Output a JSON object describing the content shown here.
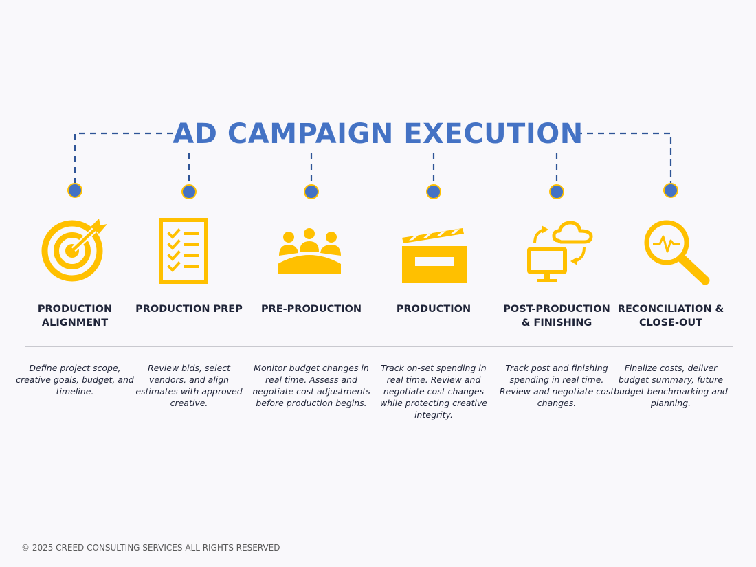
{
  "title": "AD CAMPAIGN EXECUTION",
  "colors": {
    "title": "#4472c4",
    "connector": "#2f5597",
    "node_fill": "#4472c4",
    "node_ring": "#ffc000",
    "icon": "#ffc000",
    "text": "#1f2438"
  },
  "stages": [
    {
      "label": "PRODUCTION\nALIGNMENT",
      "icon": "target-arrow-icon",
      "description": "Define project scope, creative goals, budget, and timeline."
    },
    {
      "label": "PRODUCTION PREP",
      "icon": "checklist-icon",
      "description": "Review bids, select vendors, and align estimates with approved creative."
    },
    {
      "label": "PRE-PRODUCTION",
      "icon": "meeting-table-icon",
      "description": "Monitor budget changes in real time. Assess and negotiate cost adjustments before production begins."
    },
    {
      "label": "PRODUCTION",
      "icon": "clapperboard-icon",
      "description": "Track on-set spending in real time. Review and negotiate cost changes while protecting creative integrity."
    },
    {
      "label": "POST-PRODUCTION\n& FINISHING",
      "icon": "cloud-sync-monitor-icon",
      "description": "Track post and finishing spending in real time. Review and negotiate cost changes."
    },
    {
      "label": "RECONCILIATION &\nCLOSE-OUT",
      "icon": "magnifier-pulse-icon",
      "description": "Finalize costs, deliver budget summary, future budget benchmarking and planning."
    }
  ],
  "footer": "© 2025 CREED CONSULTING SERVICES ALL RIGHTS RESERVED"
}
